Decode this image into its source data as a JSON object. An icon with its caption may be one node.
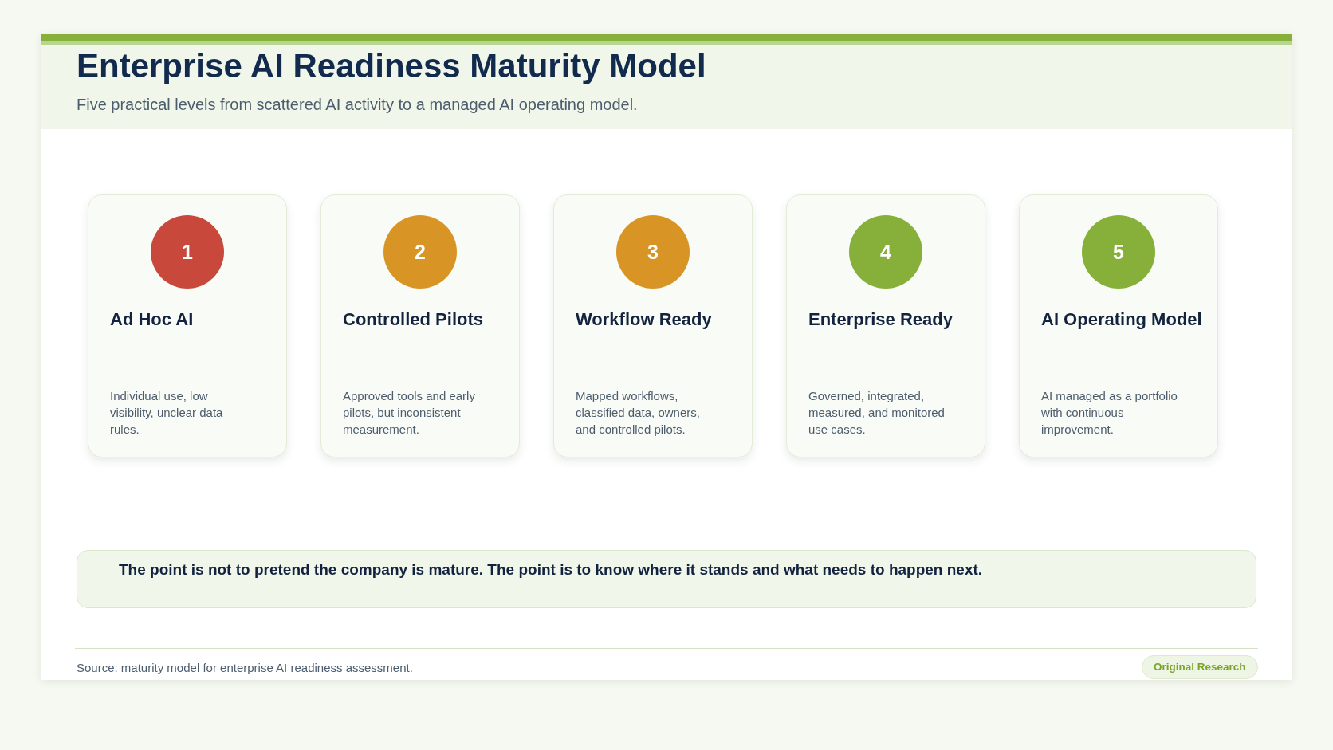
{
  "diagram": {
    "title": "Enterprise AI Readiness Maturity Model",
    "caption": "Source: maturity model for enterprise AI readiness assessment.",
    "nodes": [
      {
        "text": [
          "Ad Hoc AI",
          "Individual use, low visibility, unclear data rules."
        ]
      },
      {
        "text": [
          "1"
        ],
        "in": 0
      },
      {
        "text": [
          "Controlled Pilots",
          "Approved tools and early pilots, but inconsistent measurement."
        ]
      },
      {
        "text": [
          "2"
        ],
        "in": 2
      },
      {
        "text": [
          "Workflow Ready",
          "Mapped workflows, classified data, owners, and controlled pilots."
        ]
      },
      {
        "text": [
          "3"
        ],
        "in": 4
      },
      {
        "text": [
          "Enterprise Ready",
          "Governed, integrated, measured, and monitored use cases."
        ]
      },
      {
        "text": [
          "4"
        ],
        "in": 6
      },
      {
        "text": [
          "AI Operating Model",
          "AI managed as a portfolio with continuous improvement."
        ]
      },
      {
        "text": [
          "5"
        ],
        "in": 8
      },
      {
        "text": [
          "The point is not to pretend the company is mature. The point is to know where it stands and what needs to happen next."
        ]
      },
      {
        "text": [
          "Original Research"
        ]
      }
    ],
    "labels": [
      "Five practical levels from scattered AI activity to a managed AI operating model."
    ]
  }
}
